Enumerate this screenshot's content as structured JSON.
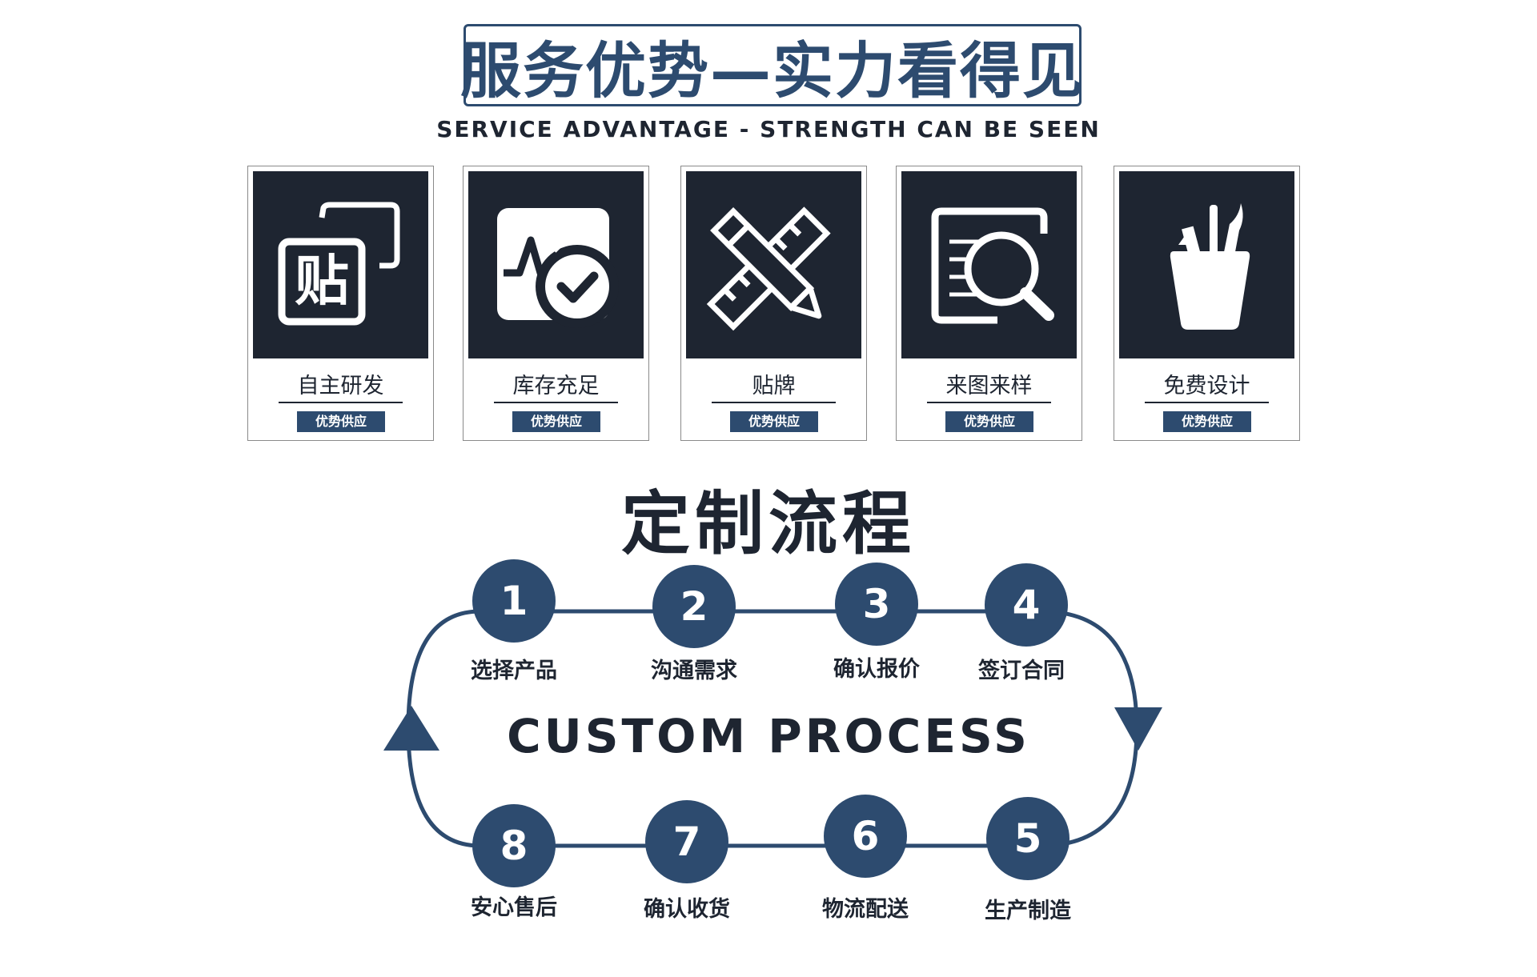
{
  "header": {
    "title": "服务优势—实力看得见",
    "subtitle": "SERVICE ADVANTAGE - STRENGTH CAN BE SEEN"
  },
  "cards": [
    {
      "title": "自主研发",
      "badge": "优势供应",
      "icon": "paste-tag-icon",
      "icon_text": "贴"
    },
    {
      "title": "库存充足",
      "badge": "优势供应",
      "icon": "stock-check-icon"
    },
    {
      "title": "贴牌",
      "badge": "优势供应",
      "icon": "ruler-pencil-icon"
    },
    {
      "title": "来图来样",
      "badge": "优势供应",
      "icon": "document-search-icon"
    },
    {
      "title": "免费设计",
      "badge": "优势供应",
      "icon": "brush-holder-icon"
    }
  ],
  "process": {
    "title": "定制流程",
    "subtitle": "CUSTOM PROCESS",
    "steps": [
      {
        "number": "1",
        "label": "选择产品"
      },
      {
        "number": "2",
        "label": "沟通需求"
      },
      {
        "number": "3",
        "label": "确认报价"
      },
      {
        "number": "4",
        "label": "签订合同"
      },
      {
        "number": "5",
        "label": "生产制造"
      },
      {
        "number": "6",
        "label": "物流配送"
      },
      {
        "number": "7",
        "label": "确认收货"
      },
      {
        "number": "8",
        "label": "安心售后"
      }
    ]
  },
  "colors": {
    "accent": "#2d4b6f",
    "dark": "#1e2531",
    "card_border": "#8a8a8a",
    "background": "#ffffff"
  }
}
